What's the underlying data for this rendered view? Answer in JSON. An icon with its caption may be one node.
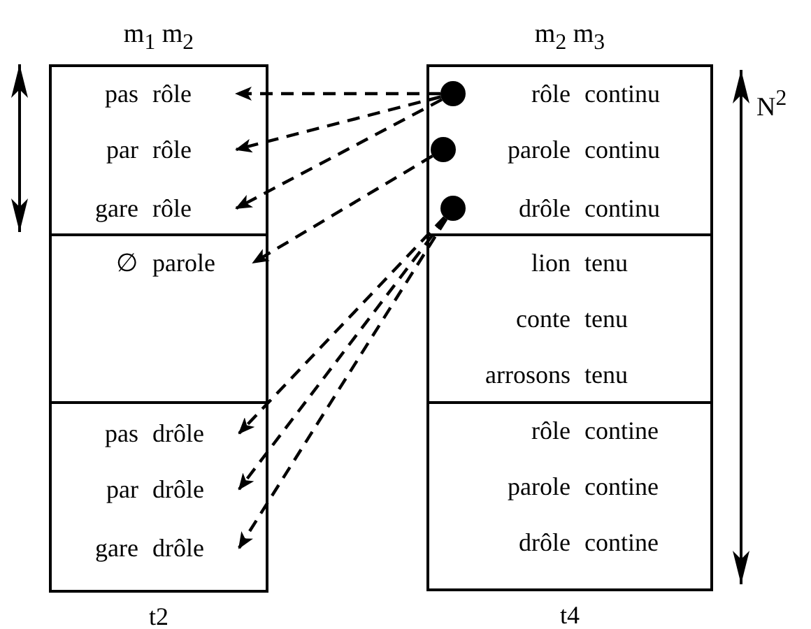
{
  "diagram": {
    "nodes": [
      {
        "text": [
          "m$_{1}$ m$_{2}$"
        ],
        "beside": [
          "t2"
        ]
      },
      {
        "text": [],
        "shape": "band",
        "in": 0
      },
      {
        "text": [
          "pas",
          "rôle"
        ],
        "in": 1
      },
      {
        "text": [
          "par",
          "rôle"
        ],
        "in": 1
      },
      {
        "text": [
          "gare",
          "rôle"
        ],
        "in": 1
      },
      {
        "text": [],
        "shape": "band",
        "in": 0
      },
      {
        "text": [
          "∅",
          "parole"
        ],
        "in": 5
      },
      {
        "text": [],
        "shape": "band",
        "in": 0
      },
      {
        "text": [
          "pas",
          "drôle"
        ],
        "in": 7
      },
      {
        "text": [
          "par",
          "drôle"
        ],
        "in": 7
      },
      {
        "text": [
          "gare",
          "drôle"
        ],
        "in": 7
      },
      {
        "text": [
          "m$_{2}$ m$_{3}$"
        ],
        "beside": [
          "t4"
        ]
      },
      {
        "text": [],
        "shape": "band",
        "in": 11
      },
      {
        "text": [
          "rôle",
          "continu"
        ],
        "in": 12
      },
      {
        "text": [
          "parole",
          "continu"
        ],
        "in": 12
      },
      {
        "text": [
          "drôle",
          "continu"
        ],
        "in": 12
      },
      {
        "text": [],
        "shape": "band",
        "in": 11
      },
      {
        "text": [
          "lion",
          "tenu"
        ],
        "in": 16
      },
      {
        "text": [
          "conte",
          "tenu"
        ],
        "in": 16
      },
      {
        "text": [
          "arrosons",
          "tenu"
        ],
        "in": 16
      },
      {
        "text": [],
        "shape": "band",
        "in": 11
      },
      {
        "text": [
          "rôle",
          "contine"
        ],
        "in": 20
      },
      {
        "text": [
          "parole",
          "contine"
        ],
        "in": 20
      },
      {
        "text": [
          "drôle",
          "contine"
        ],
        "in": 20
      },
      {
        "text": [],
        "shape": "circle",
        "in": 13
      },
      {
        "text": [],
        "shape": "circle",
        "in": 14
      },
      {
        "text": [],
        "shape": "circle",
        "in": 15
      }
    ],
    "edges": [
      {
        "from": 24,
        "to": 2,
        "arrow": "to",
        "style": "dashed"
      },
      {
        "from": 24,
        "to": 3,
        "arrow": "to",
        "style": "dashed"
      },
      {
        "from": 24,
        "to": 4,
        "arrow": "to",
        "style": "dashed"
      },
      {
        "from": 25,
        "to": 6,
        "arrow": "to",
        "style": "dashed"
      },
      {
        "from": 26,
        "to": 8,
        "arrow": "to",
        "style": "dashed"
      },
      {
        "from": 26,
        "to": 9,
        "arrow": "to",
        "style": "dashed"
      },
      {
        "from": 26,
        "to": 10,
        "arrow": "to",
        "style": "dashed"
      }
    ],
    "labels": [
      "N$^{2}$"
    ]
  }
}
